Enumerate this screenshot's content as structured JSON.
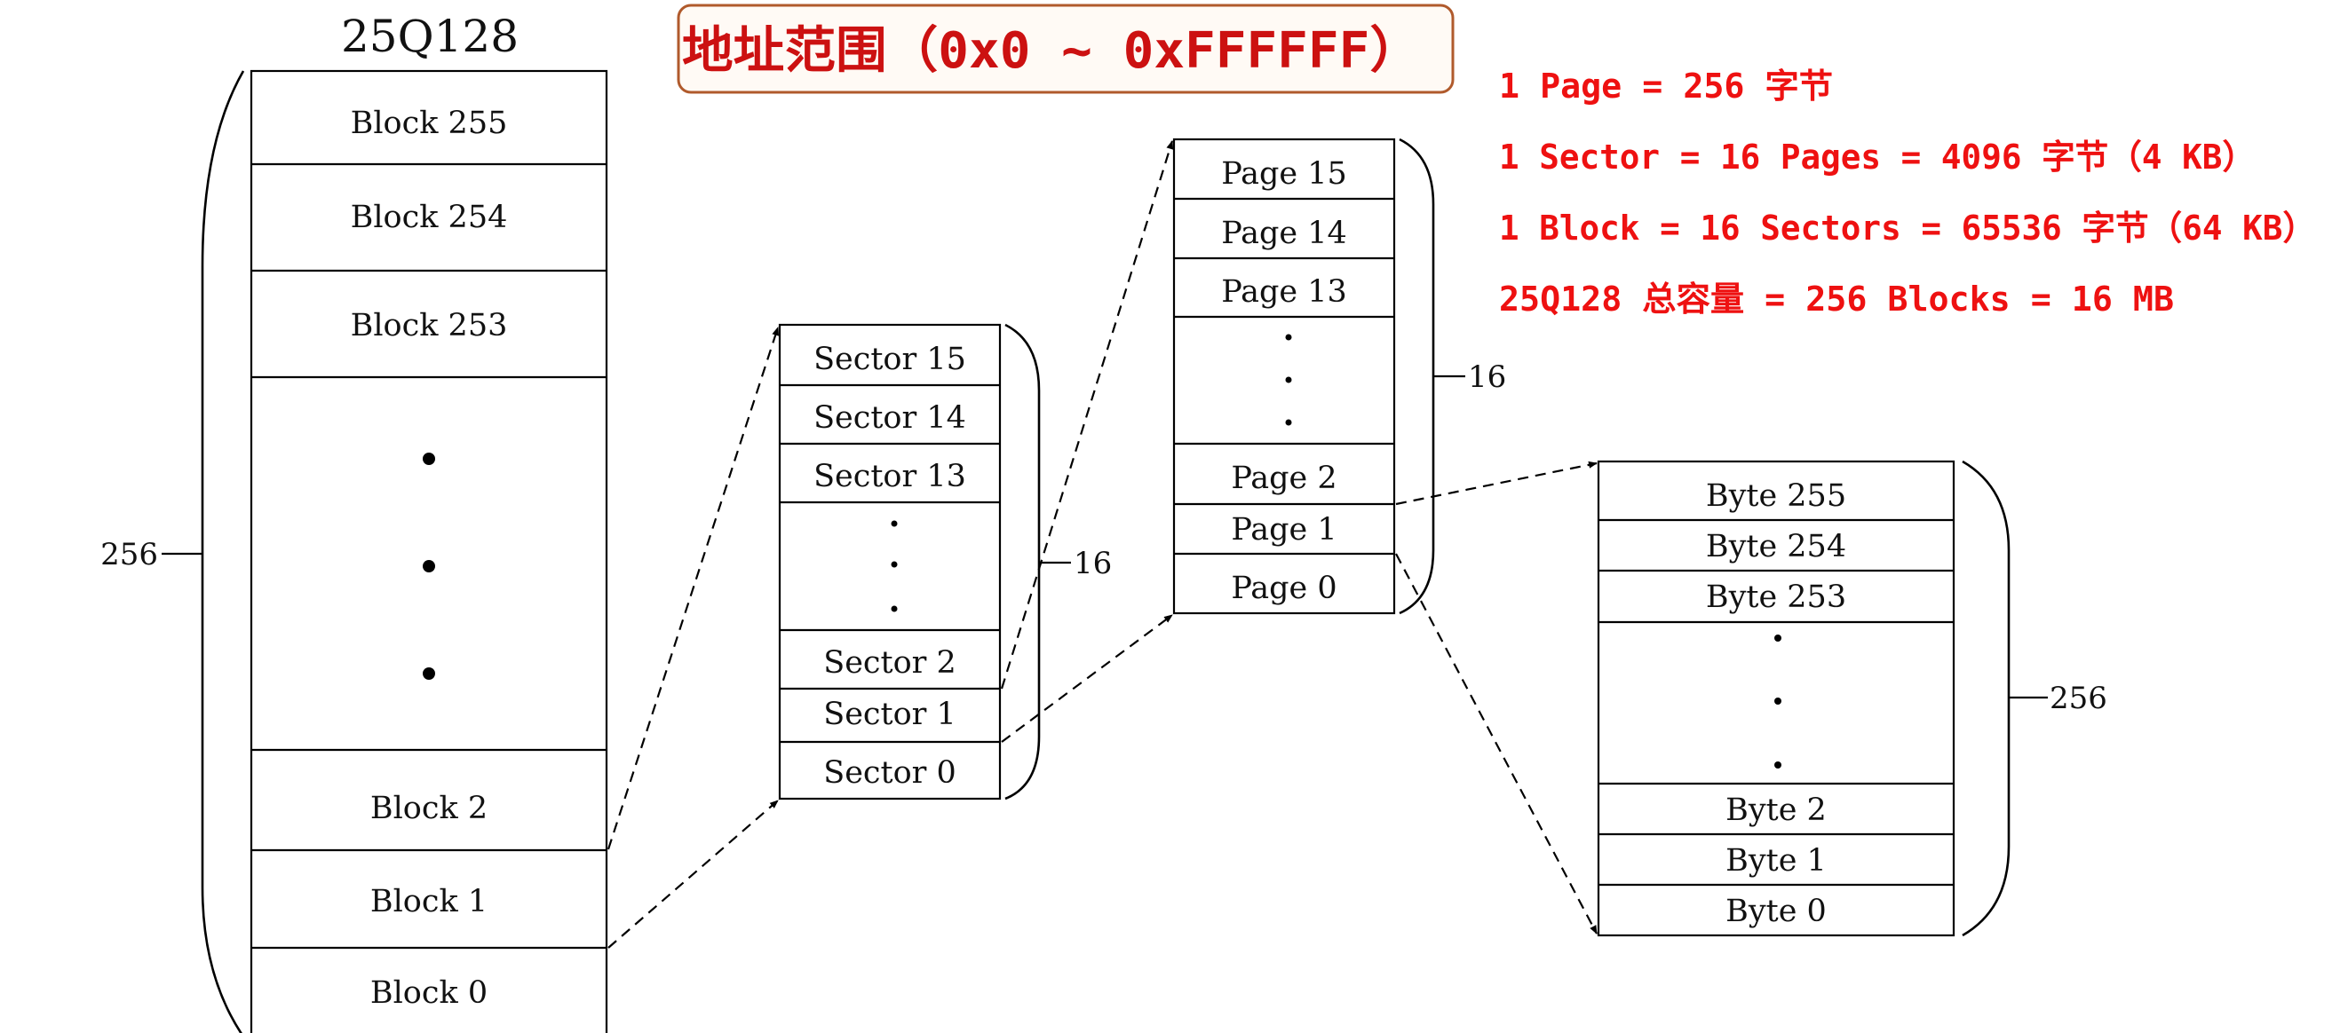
{
  "address_range": "地址范围（0x0 ~ 0xFFFFFF）",
  "chip_title": "25Q128",
  "info_lines": [
    "1 Page = 256 字节",
    "1 Sector = 16 Pages = 4096 字节（4 KB）",
    "1 Block = 16 Sectors = 65536 字节（64 KB）",
    "25Q128 总容量 = 256 Blocks = 16 MB"
  ],
  "blocks": {
    "count_label": "256",
    "top": [
      "Block 255",
      "Block 254",
      "Block 253"
    ],
    "bottom": [
      "Block 2",
      "Block 1",
      "Block 0"
    ]
  },
  "sectors": {
    "count_label": "16",
    "top": [
      "Sector 15",
      "Sector 14",
      "Sector 13"
    ],
    "bottom": [
      "Sector 2",
      "Sector 1",
      "Sector 0"
    ]
  },
  "pages": {
    "count_label": "16",
    "top": [
      "Page 15",
      "Page 14",
      "Page 13"
    ],
    "bottom": [
      "Page 2",
      "Page 1",
      "Page 0"
    ]
  },
  "bytes": {
    "count_label": "256",
    "top": [
      "Byte 255",
      "Byte 254",
      "Byte 253"
    ],
    "bottom": [
      "Byte 2",
      "Byte 1",
      "Byte 0"
    ]
  },
  "colors": {
    "red_text": "#ee1111",
    "range_border": "#b05a2c",
    "range_fill": "#fffaf5"
  }
}
